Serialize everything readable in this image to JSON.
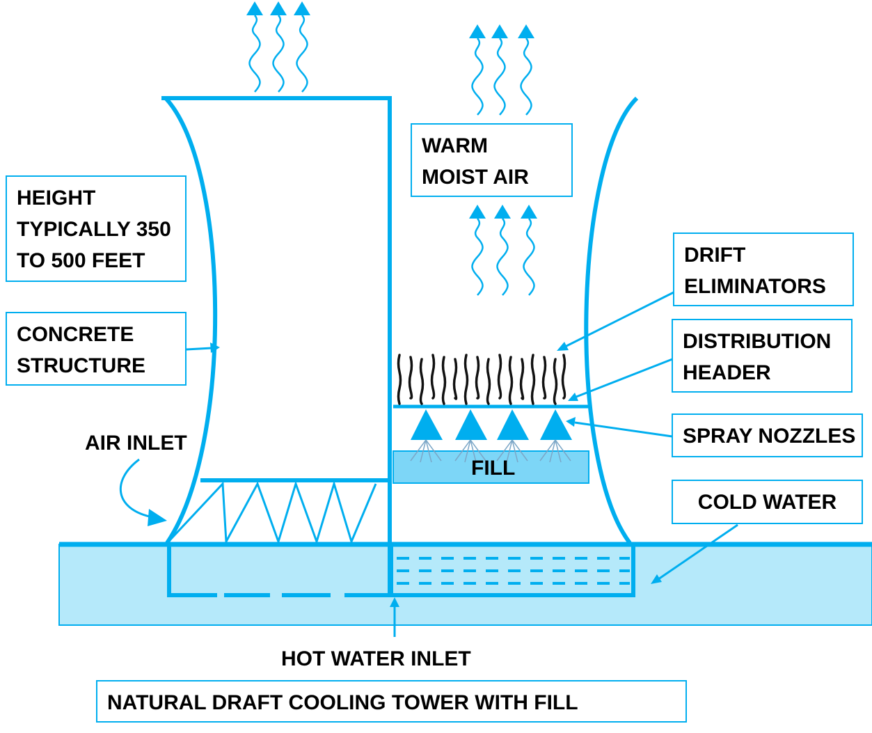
{
  "colors": {
    "structure": "#00aeef",
    "water": "#b5e9fa",
    "fill": "#7dd6f7",
    "eliminator": "#111111",
    "text": "#000000"
  },
  "labels": {
    "height": [
      "HEIGHT",
      "TYPICALLY 350",
      "TO 500 FEET"
    ],
    "concrete": [
      "CONCRETE",
      "STRUCTURE"
    ],
    "air_inlet": "AIR INLET",
    "warm_air": [
      "WARM",
      "MOIST AIR"
    ],
    "drift": [
      "DRIFT",
      "ELIMINATORS"
    ],
    "distribution": [
      "DISTRIBUTION",
      "HEADER"
    ],
    "spray": "SPRAY NOZZLES",
    "fill": "FILL",
    "cold_water": "COLD WATER",
    "hot_water": "HOT WATER INLET",
    "title": "NATURAL DRAFT COOLING TOWER WITH FILL"
  },
  "icons": [
    "upward-arrow-icon",
    "wavy-line-icon",
    "spray-nozzle-icon",
    "curved-arrow-icon"
  ]
}
